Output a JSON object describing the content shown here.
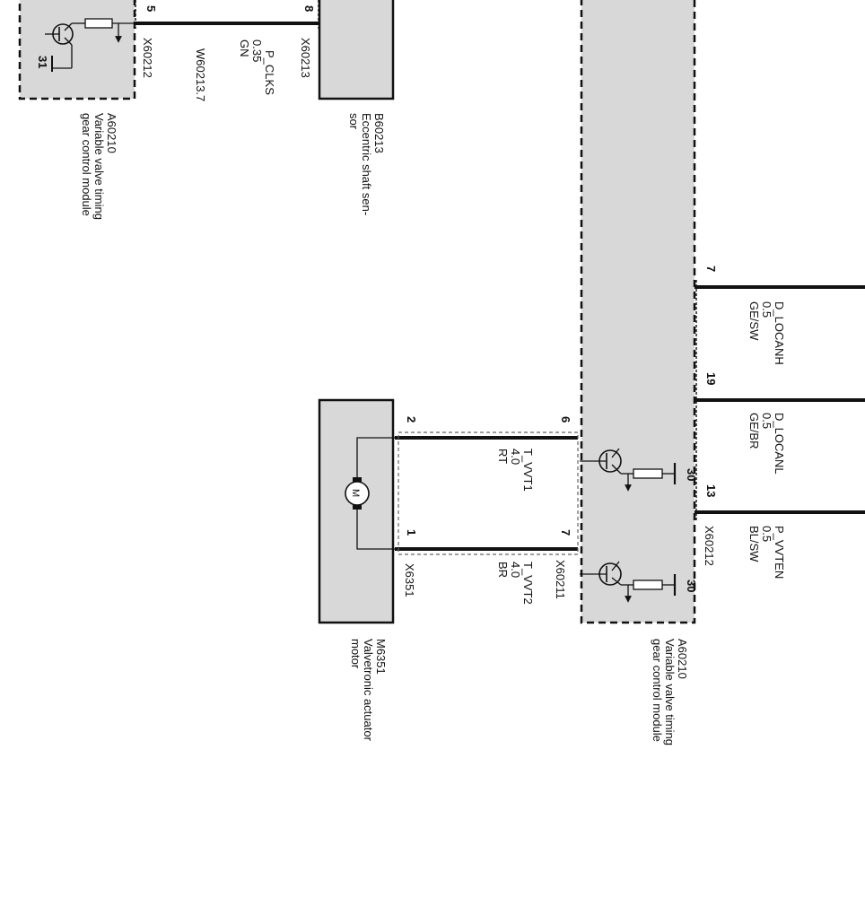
{
  "colors": {
    "component_fill": "#d8d8d8",
    "line": "#111111",
    "background": "#ffffff"
  },
  "top_left": {
    "module_pin_label": "31",
    "pin_x60212": "5",
    "pin_x60213": "8",
    "wire_signal": "P_CLKS",
    "wire_gauge": "0.35",
    "wire_color": "GN",
    "connector_x60212": "X60212",
    "connector_x60213": "X60213",
    "wire_id": "W60213.7",
    "module_code": "A60210",
    "module_name_line1": "Variable valve timing",
    "module_name_line2": "gear control module",
    "sensor_code": "B60213",
    "sensor_name_line1": "Eccentric shaft sen-",
    "sensor_name_line2": "sor"
  },
  "right_module": {
    "code": "A60210",
    "name_line1": "Variable valve timing",
    "name_line2": "gear control module",
    "pin_30_a": "30",
    "pin_30_b": "30",
    "connector_x60211": "X60211",
    "connector_x60212": "X60212",
    "pin_6": "6",
    "pin_7_motor": "7",
    "pin_7_bus": "7",
    "pin_19": "19",
    "pin_13": "13",
    "bus_wires": [
      {
        "signal": "D_LOCANH",
        "gauge": "0.5",
        "color": "GE/SW"
      },
      {
        "signal": "D_LOCANL",
        "gauge": "0.5",
        "color": "GE/BR"
      },
      {
        "signal": "P_VVTEN",
        "gauge": "0.5",
        "color": "BL/SW"
      }
    ]
  },
  "motor_wires": [
    {
      "signal": "T_VVT1",
      "gauge": "4.0",
      "color": "RT"
    },
    {
      "signal": "T_VVT2",
      "gauge": "4.0",
      "color": "BR"
    }
  ],
  "motor": {
    "code": "M6351",
    "name_line1": "Valvetronic actuator",
    "name_line2": "motor",
    "symbol": "M",
    "connector": "X6351",
    "pin_2": "2",
    "pin_1": "1"
  }
}
